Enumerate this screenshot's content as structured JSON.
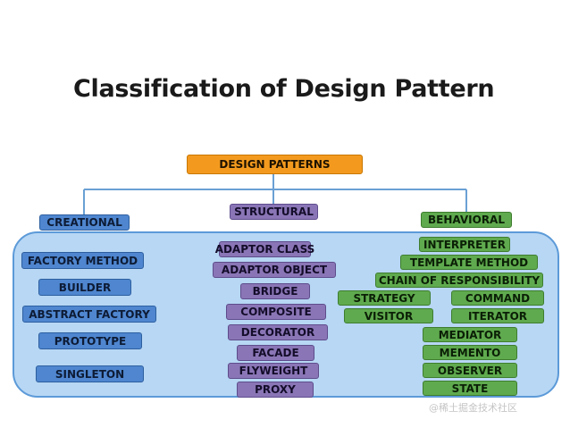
{
  "title": "Classification of Design Pattern",
  "root": "DESIGN PATTERNS",
  "categories": {
    "creational": "CREATIONAL",
    "structural": "STRUCTURAL",
    "behavioral": "BEHAVIORAL"
  },
  "creational": [
    "FACTORY METHOD",
    "BUILDER",
    "ABSTRACT FACTORY",
    "PROTOTYPE",
    "SINGLETON"
  ],
  "structural": [
    "ADAPTOR CLASS",
    "ADAPTOR OBJECT",
    "BRIDGE",
    "COMPOSITE",
    "DECORATOR",
    "FACADE",
    "FLYWEIGHT",
    "PROXY"
  ],
  "behavioral": [
    "INTERPRETER",
    "TEMPLATE METHOD",
    "CHAIN OF RESPONSIBILITY",
    "STRATEGY",
    "COMMAND",
    "VISITOR",
    "ITERATOR",
    "MEDIATOR",
    "MEMENTO",
    "OBSERVER",
    "STATE"
  ],
  "watermark": "@稀土掘金技术社区",
  "colors": {
    "root": "#f39a1e",
    "creational": "#4f86cf",
    "structural": "#8a76b6",
    "behavioral": "#5faa4e",
    "panel": "#b7d7f4",
    "panel_border": "#5c9ad8"
  }
}
